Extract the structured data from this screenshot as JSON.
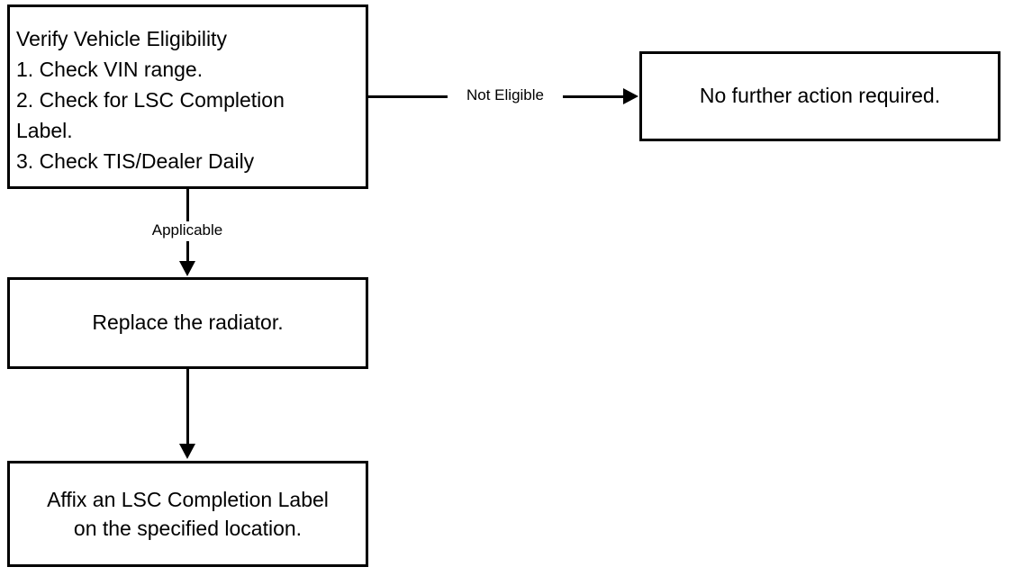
{
  "diagram": {
    "title": "Vehicle eligibility and radiator replacement flowchart",
    "colors": {
      "stroke": "#000000",
      "fill": "#ffffff",
      "text": "#000000"
    },
    "nodes": {
      "verify": {
        "text": "Verify Vehicle Eligibility\n1. Check VIN range.\n2. Check for LSC Completion\n     Label.\n3. Check TIS/Dealer Daily"
      },
      "no_action": {
        "text": "No further action required."
      },
      "replace": {
        "text": "Replace the radiator."
      },
      "affix": {
        "text": "Affix an LSC Completion Label\non the specified location."
      }
    },
    "edges": {
      "not_eligible": {
        "label": "Not Eligible"
      },
      "applicable": {
        "label": "Applicable"
      },
      "replace_to_affix": {
        "label": ""
      }
    }
  }
}
